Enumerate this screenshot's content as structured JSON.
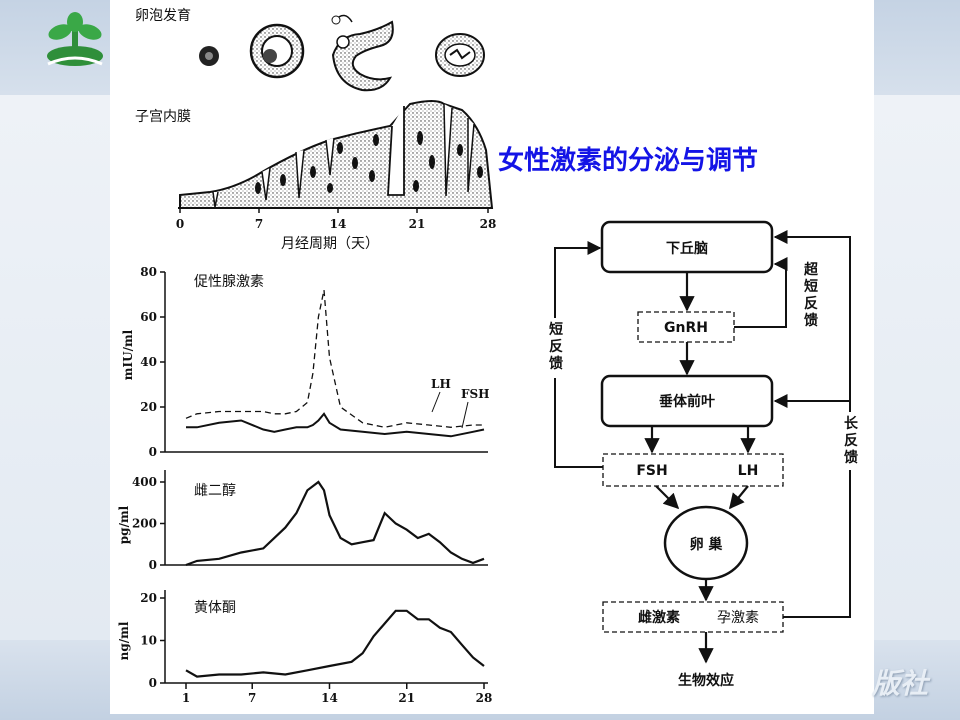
{
  "title": "女性激素的分泌与调节",
  "watermark": "版社",
  "follicle": {
    "label": "卵泡发育"
  },
  "endometrium": {
    "label": "子宫内膜",
    "axis_title": "月经周期（天）",
    "ticks": [
      "0",
      "7",
      "14",
      "21",
      "28"
    ]
  },
  "gonadotropin": {
    "label": "促性腺激素",
    "ylabel": "mIU/ml",
    "yticks": [
      "80",
      "60",
      "40",
      "20",
      "0"
    ],
    "legend_lh": "LH",
    "legend_fsh": "FSH"
  },
  "estradiol": {
    "label": "雌二醇",
    "ylabel": "pg/ml",
    "yticks": [
      "400",
      "200",
      "0"
    ]
  },
  "progesterone": {
    "label": "黄体酮",
    "ylabel": "ng/ml",
    "yticks": [
      "20",
      "10",
      "0"
    ],
    "xticks": [
      "1",
      "7",
      "14",
      "21",
      "28"
    ]
  },
  "chart_data": [
    {
      "type": "line",
      "title": "促性腺激素",
      "ylabel": "mIU/ml",
      "x": [
        1,
        2,
        4,
        6,
        8,
        9,
        10,
        11,
        12,
        12.5,
        13,
        13.5,
        14,
        15,
        17,
        19,
        21,
        23,
        25,
        27,
        28
      ],
      "ylim": [
        0,
        80
      ],
      "series": [
        {
          "name": "LH",
          "values": [
            15,
            17,
            18,
            18,
            18,
            17,
            17,
            18,
            22,
            35,
            60,
            72,
            42,
            20,
            13,
            11,
            13,
            12,
            11,
            12,
            12
          ]
        },
        {
          "name": "FSH",
          "values": [
            11,
            11,
            13,
            14,
            10,
            9,
            10,
            11,
            11,
            12,
            14,
            17,
            13,
            10,
            9,
            8,
            9,
            8,
            7,
            9,
            10
          ]
        }
      ]
    },
    {
      "type": "line",
      "title": "雌二醇",
      "ylabel": "pg/ml",
      "x": [
        1,
        2,
        4,
        6,
        8,
        10,
        11,
        12,
        13,
        13.5,
        14,
        15,
        16,
        17,
        18,
        19,
        20,
        21,
        22,
        23,
        24,
        25,
        26,
        27,
        28
      ],
      "ylim": [
        0,
        400
      ],
      "series": [
        {
          "name": "",
          "values": [
            0,
            20,
            30,
            60,
            80,
            180,
            250,
            360,
            400,
            360,
            240,
            130,
            100,
            110,
            120,
            250,
            200,
            170,
            130,
            150,
            110,
            60,
            30,
            10,
            30
          ]
        }
      ]
    },
    {
      "type": "line",
      "title": "黄体酮",
      "ylabel": "ng/ml",
      "x": [
        1,
        2,
        4,
        6,
        8,
        10,
        12,
        14,
        16,
        17,
        18,
        19,
        20,
        21,
        22,
        23,
        24,
        25,
        26,
        27,
        28
      ],
      "ylim": [
        0,
        20
      ],
      "series": [
        {
          "name": "",
          "values": [
            3,
            1.5,
            2,
            2,
            2.5,
            2,
            3,
            4,
            5,
            7,
            11,
            14,
            17,
            17,
            15,
            15,
            13,
            12,
            9,
            6,
            4
          ]
        }
      ]
    }
  ],
  "flow": {
    "hypothalamus": "下丘脑",
    "gnrh": "GnRH",
    "pituitary": "垂体前叶",
    "fsh": "FSH",
    "lh": "LH",
    "ovary": "卵 巢",
    "estrogen": "雌激素",
    "progestin": "孕激素",
    "effect": "生物效应",
    "ultra_short": "超短反馈",
    "short": "短反馈",
    "long": "长反馈"
  }
}
